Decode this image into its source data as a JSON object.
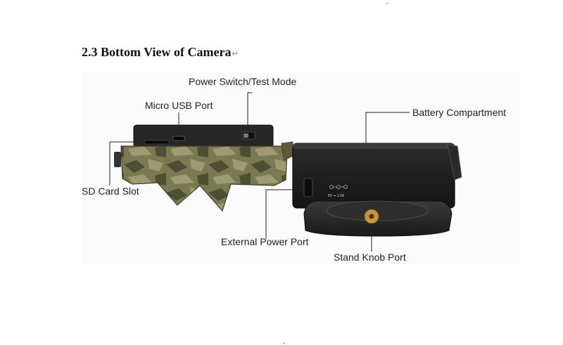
{
  "section": {
    "title": "2.3 Bottom View of Camera",
    "return_mark": "↵"
  },
  "figure": {
    "callouts": {
      "power_switch": "Power Switch/Test Mode",
      "micro_usb": "Micro USB Port",
      "battery": "Battery Compartment",
      "sd_card": "SD Card Slot",
      "external_power": "External Power Port",
      "stand_knob": "Stand Knob Port"
    },
    "power_rating": "6V ⎓ 1.5A"
  },
  "colors": {
    "camo_base": "#7a7a52",
    "camo_dark": "#4f4d33",
    "camo_light": "#a09a72",
    "housing": "#1e1e1e",
    "housing_edge": "#3a3a3a",
    "brass": "#c8963c"
  }
}
